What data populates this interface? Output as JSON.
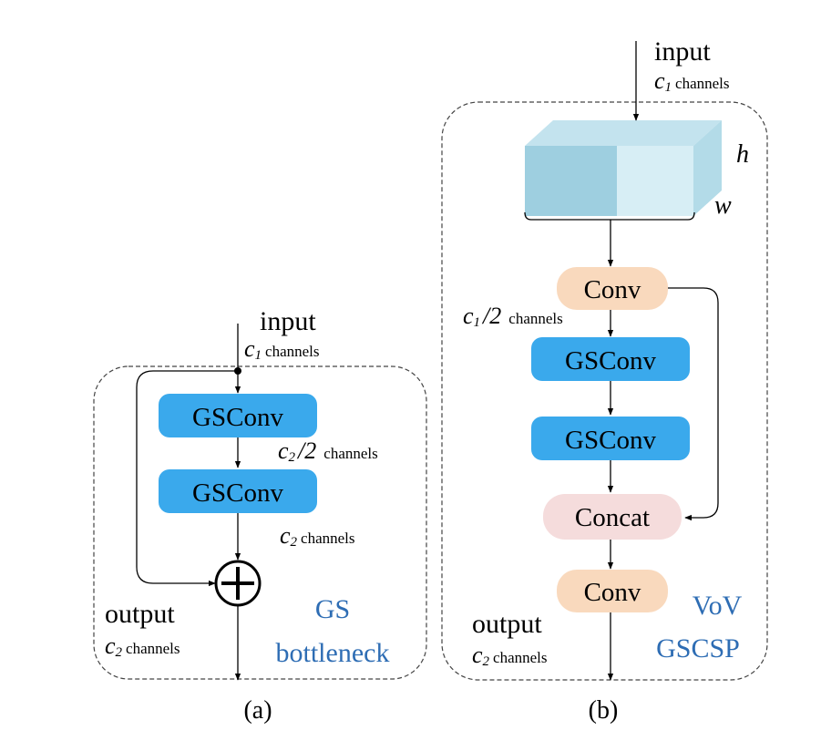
{
  "panel_a": {
    "input_label": "input",
    "input_channels_var": "c",
    "input_channels_sub": "1",
    "input_channels_word": "channels",
    "gsconv1": "GSConv",
    "gsconv2": "GSConv",
    "mid_channels_var": "c",
    "mid_channels_sub": "2",
    "mid_channels_frac": "/2",
    "mid_channels_word": "channels",
    "c2_var": "c",
    "c2_sub": "2",
    "c2_word": "channels",
    "output_label": "output",
    "output_channels_var": "c",
    "output_channels_sub": "2",
    "output_channels_word": "channels",
    "title_line1": "GS",
    "title_line2": "bottleneck",
    "caption": "(a)"
  },
  "panel_b": {
    "input_label": "input",
    "input_channels_var": "c",
    "input_channels_sub": "1",
    "input_channels_word": "channels",
    "dim_h": "h",
    "dim_w": "w",
    "conv1": "Conv",
    "split_channels_var": "c",
    "split_channels_sub": "1",
    "split_channels_frac": "/2",
    "split_channels_word": "channels",
    "gsconv1": "GSConv",
    "gsconv2": "GSConv",
    "concat": "Concat",
    "conv2": "Conv",
    "output_label": "output",
    "output_channels_var": "c",
    "output_channels_sub": "2",
    "output_channels_word": "channels",
    "title_line1": "VoV",
    "title_line2": "GSCSP",
    "caption": "(b)"
  },
  "colors": {
    "gsconv_fill": "#3aa9ec",
    "conv_fill": "#f9d9bd",
    "concat_fill": "#f5dcdc",
    "cube_front_left": "#9ecfe0",
    "cube_front_right": "#d7eef5",
    "cube_top": "#c3e3ee",
    "cube_side": "#b3dbe8",
    "title_text": "#2e6db4"
  },
  "icons": {
    "sum_node": "circled-plus-icon"
  }
}
